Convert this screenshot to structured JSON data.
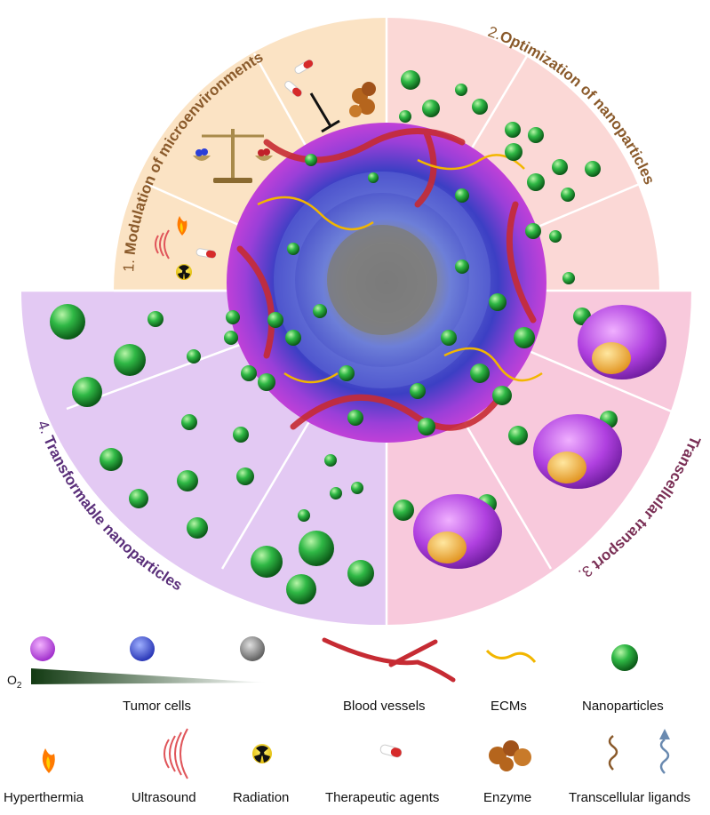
{
  "sections": [
    {
      "number": "1.",
      "title": "Modulation of microenvironments",
      "color": "#8a5a2b"
    },
    {
      "number": "2.",
      "title": "Optimization of nanoparticles",
      "color": "#8a5a2b"
    },
    {
      "number": "3.",
      "title": "Transcellular transport",
      "color": "#7a2f55"
    },
    {
      "number": "4.",
      "title": "Transformable nanoparticles",
      "color": "#5a2f7a"
    }
  ],
  "legend": {
    "oxygen_label": "O",
    "oxygen_subscript": "2",
    "row1": [
      "Tumor cells",
      "Blood vessels",
      "ECMs",
      "Nanoparticles"
    ],
    "row2": [
      "Hyperthermia",
      "Ultrasound",
      "Radiation",
      "Therapeutic agents",
      "Enzyme",
      "Transcellular ligands"
    ]
  },
  "colors": {
    "q1_bg": "#fbe3c4",
    "q2_bg": "#fbd8d6",
    "q3_bg": "#f8c9dc",
    "q4_bg": "#e3c9f3",
    "nanoparticle": "#22a83a",
    "vessel": "#c62b33",
    "ecm": "#f2b600",
    "cell_magenta": "#c23ee0",
    "cell_blue": "#4a5ed8",
    "cell_gray": "#777777"
  }
}
